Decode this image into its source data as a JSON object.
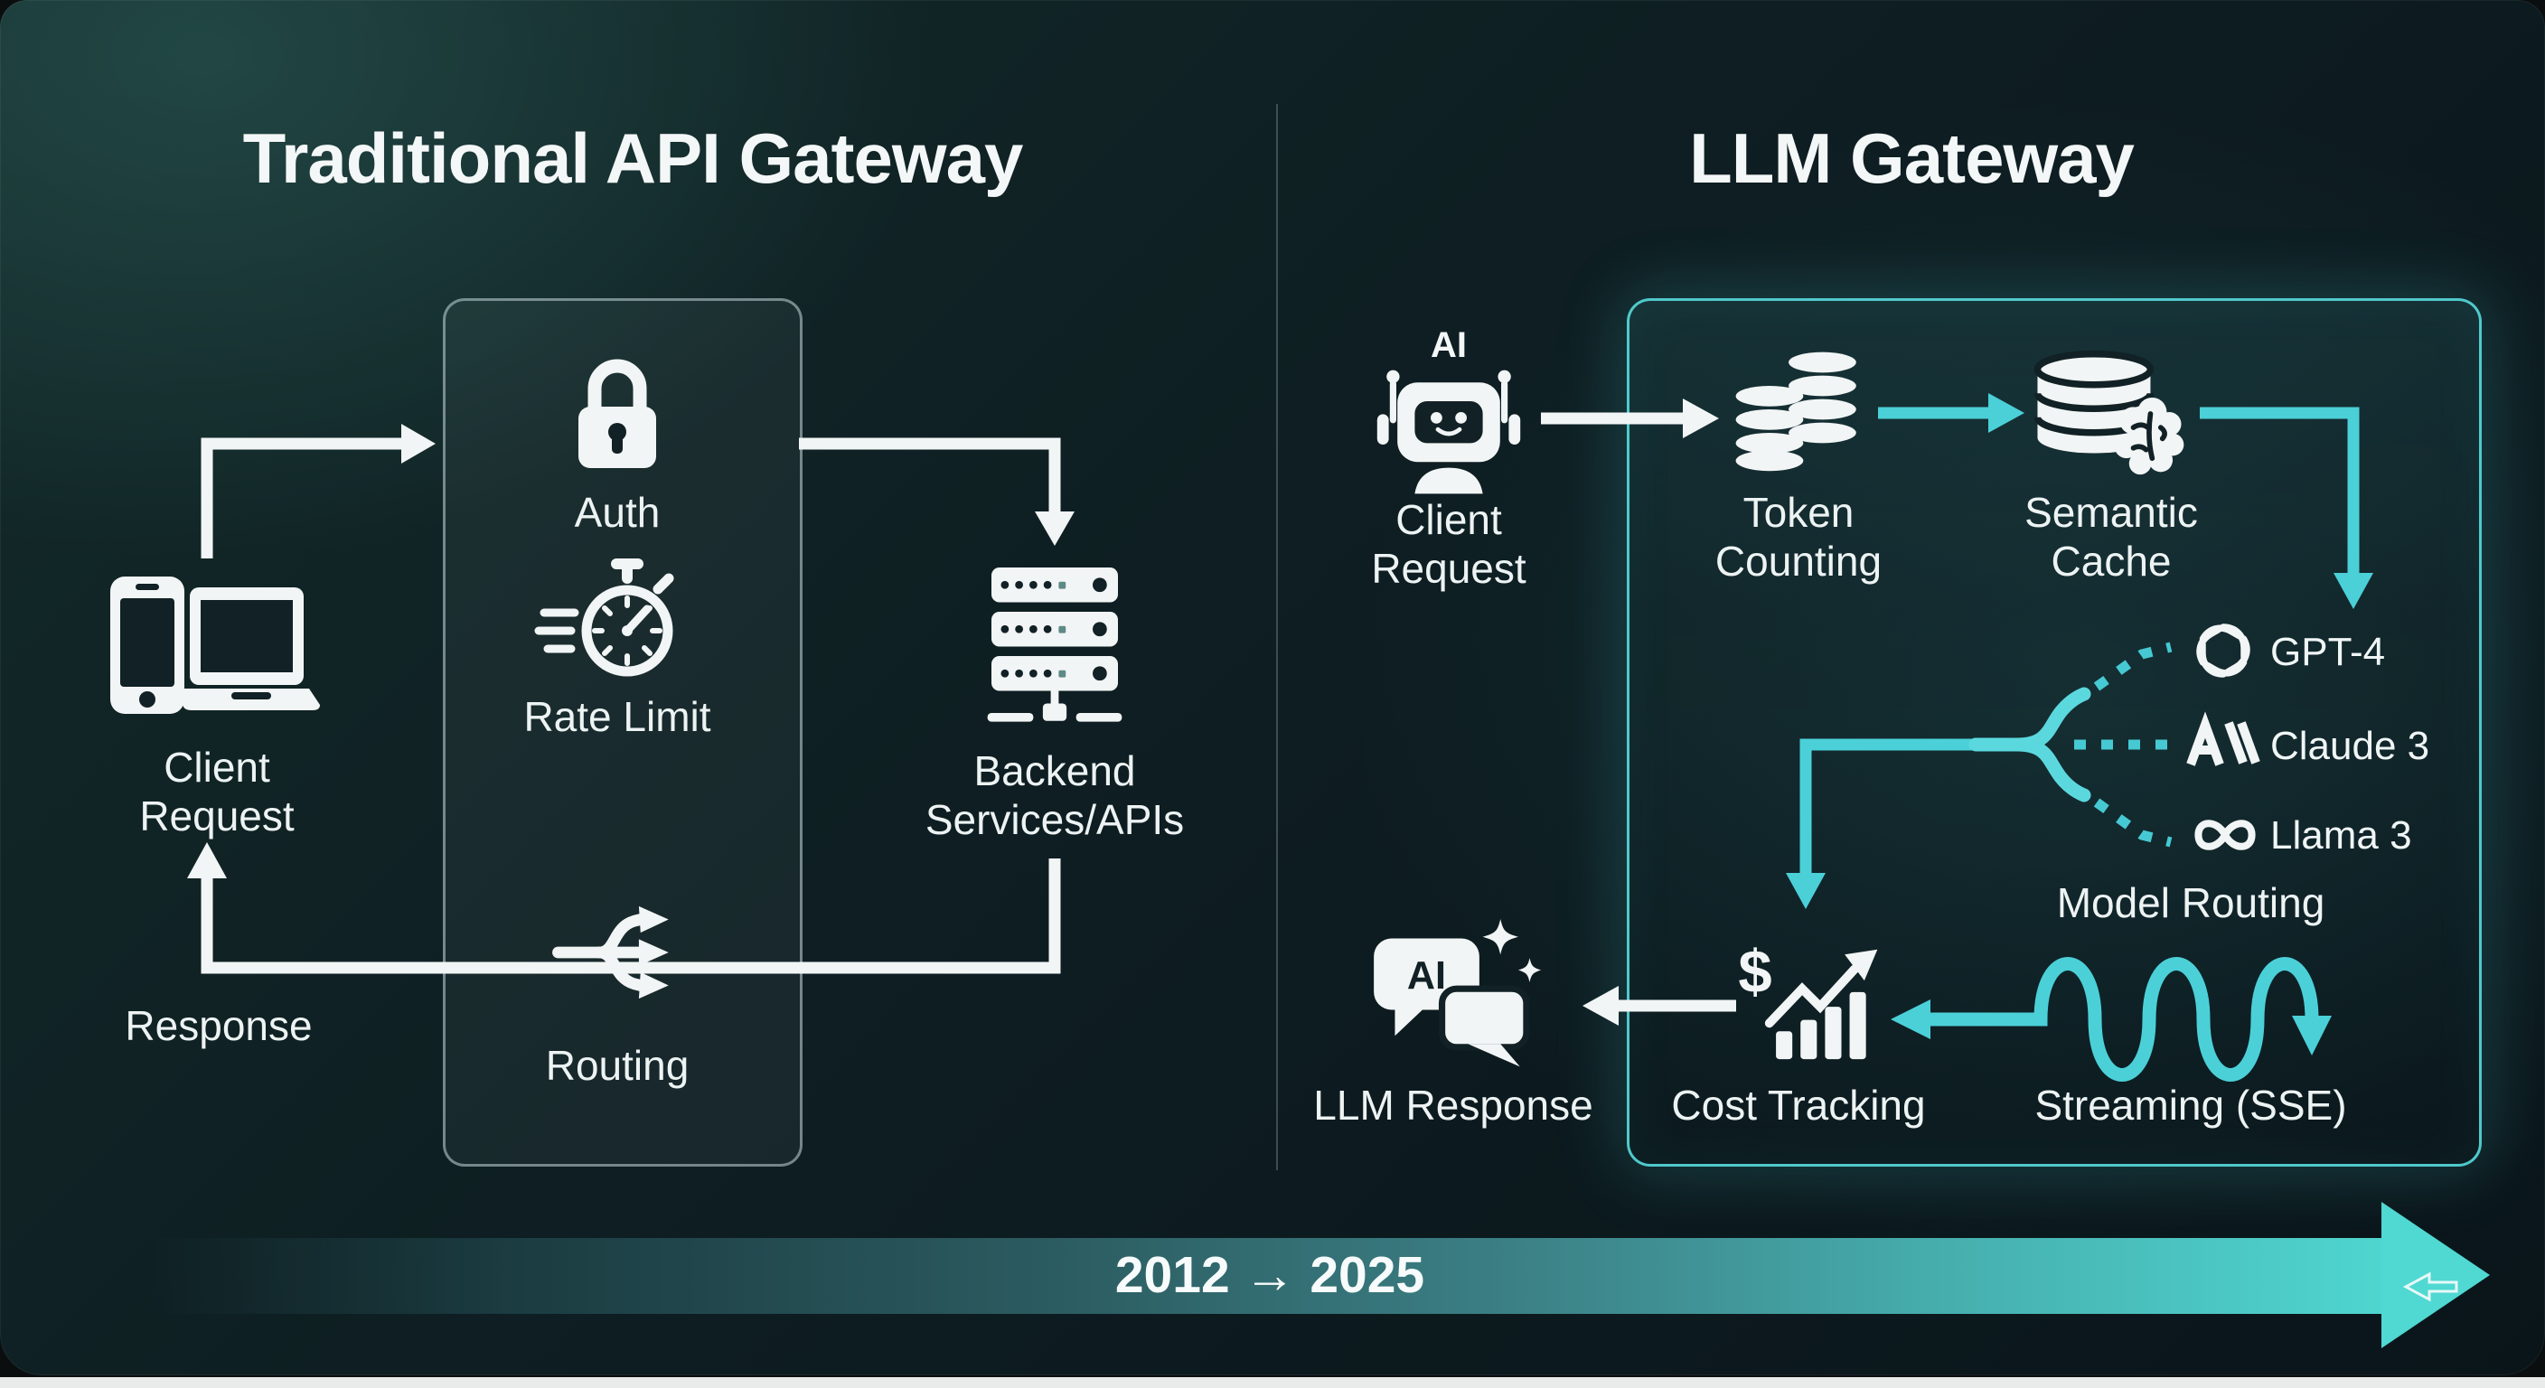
{
  "titles": {
    "left": "Traditional API Gateway",
    "right": "LLM Gateway"
  },
  "left_diagram": {
    "client": {
      "line1": "Client",
      "line2": "Request"
    },
    "box": {
      "auth": "Auth",
      "rate_limit": "Rate Limit",
      "routing": "Routing"
    },
    "backend": {
      "line1": "Backend",
      "line2": "Services/APIs"
    },
    "response": "Response"
  },
  "right_diagram": {
    "client": {
      "badge": "AI",
      "line1": "Client",
      "line2": "Request"
    },
    "token_counting": {
      "line1": "Token",
      "line2": "Counting"
    },
    "semantic_cache": {
      "line1": "Semantic",
      "line2": "Cache"
    },
    "models": [
      {
        "label": "GPT-4"
      },
      {
        "label": "Claude 3"
      },
      {
        "label": "Llama 3"
      }
    ],
    "model_routing": "Model Routing",
    "cost_tracking": "Cost Tracking",
    "cost_symbol": "$",
    "streaming": "Streaming (SSE)",
    "llm_response": {
      "badge": "AI",
      "label": "LLM Response"
    }
  },
  "timeline": {
    "label": "2012 → 2025"
  },
  "colors": {
    "accent_teal": "#4bd0d8",
    "box_border_teal": "#56d8da",
    "ink": "#f2f5f5"
  }
}
